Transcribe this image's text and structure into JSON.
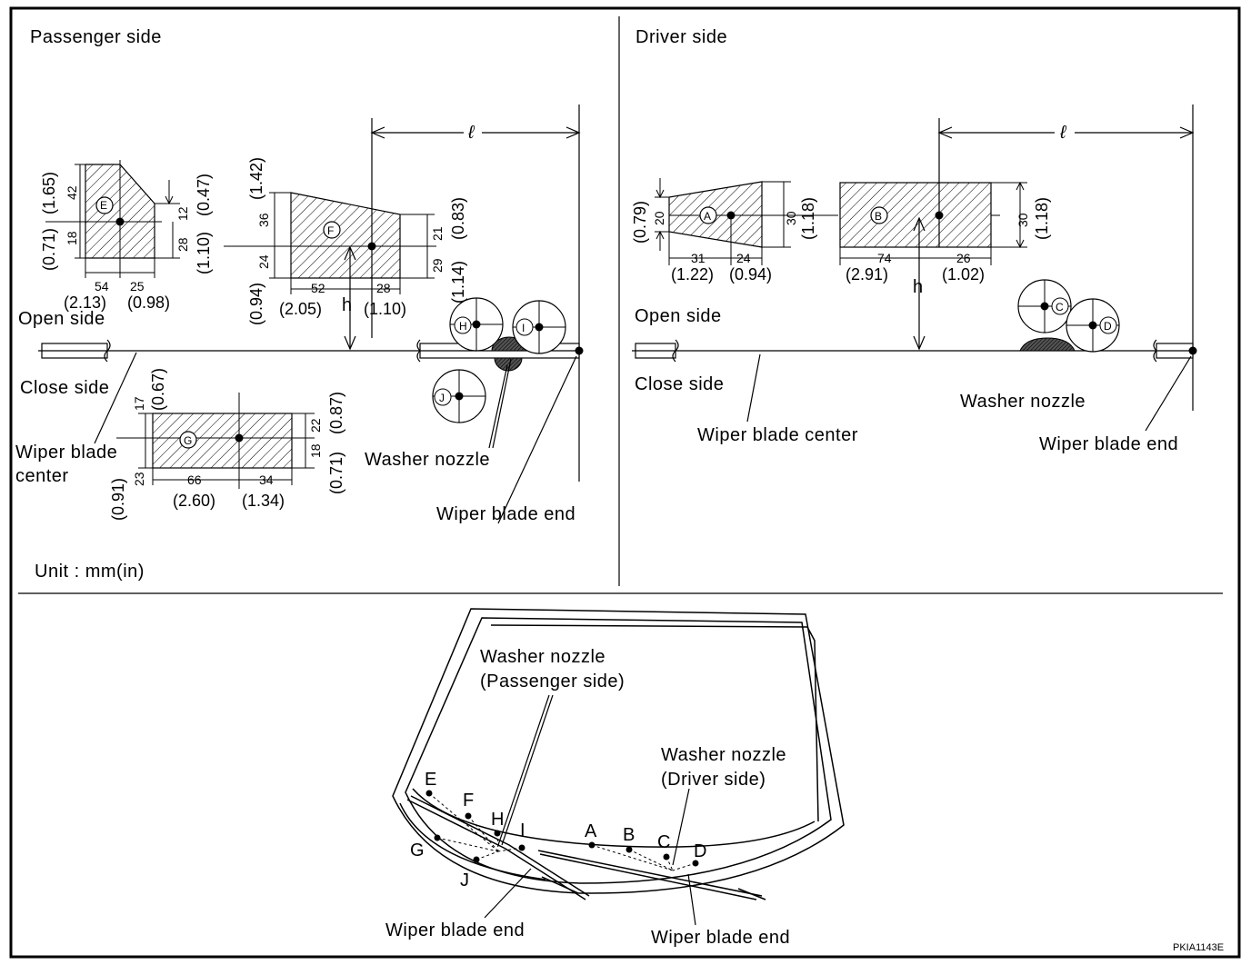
{
  "passenger": {
    "title": "Passenger side",
    "open_side": "Open side",
    "close_side": "Close side",
    "wiper_blade_center_1": "Wiper blade",
    "wiper_blade_center_2": "center",
    "washer_nozzle": "Washer nozzle",
    "wiper_blade_end": "Wiper blade end",
    "unit": "Unit : mm(in)",
    "ell": "ℓ",
    "h": "h",
    "zone_e": {
      "letter": "E",
      "d42": "42",
      "d18": "18",
      "p165": "(1.65)",
      "p071": "(0.71)",
      "d12": "12",
      "d28": "28",
      "p047": "(0.47)",
      "p110": "(1.10)",
      "d54": "54",
      "d25": "25",
      "p213": "(2.13)",
      "p098": "(0.98)"
    },
    "zone_f": {
      "letter": "F",
      "d36": "36",
      "d24": "24",
      "p142": "(1.42)",
      "p094": "(0.94)",
      "d21": "21",
      "d29": "29",
      "p083": "(0.83)",
      "p114": "(1.14)",
      "d52": "52",
      "d28": "28",
      "p205": "(2.05)",
      "p110": "(1.10)"
    },
    "zone_g": {
      "letter": "G",
      "d17": "17",
      "d23": "23",
      "p067": "(0.67)",
      "p091": "(0.91)",
      "d22": "22",
      "d18": "18",
      "p087": "(0.87)",
      "p071": "(0.71)",
      "d66": "66",
      "d34": "34",
      "p260": "(2.60)",
      "p134": "(1.34)"
    },
    "circles": {
      "h": "H",
      "i": "I",
      "j": "J"
    }
  },
  "driver": {
    "title": "Driver side",
    "open_side": "Open side",
    "close_side": "Close side",
    "wiper_blade_center": "Wiper blade center",
    "washer_nozzle": "Washer nozzle",
    "wiper_blade_end": "Wiper blade end",
    "ell": "ℓ",
    "h": "h",
    "zone_a": {
      "letter": "A",
      "d20": "20",
      "p079": "(0.79)",
      "d30": "30",
      "p118": "(1.18)",
      "d31": "31",
      "d24": "24",
      "p122": "(1.22)",
      "p094": "(0.94)"
    },
    "zone_b": {
      "letter": "B",
      "d30": "30",
      "p118": "(1.18)",
      "d74": "74",
      "d26": "26",
      "p291": "(2.91)",
      "p102": "(1.02)"
    },
    "circles": {
      "c": "C",
      "d": "D"
    }
  },
  "windshield": {
    "washer_nozzle_passenger_1": "Washer nozzle",
    "washer_nozzle_passenger_2": "(Passenger side)",
    "washer_nozzle_driver_1": "Washer nozzle",
    "washer_nozzle_driver_2": "(Driver side)",
    "wiper_blade_end_left": "Wiper blade end",
    "wiper_blade_end_right": "Wiper blade end",
    "points": {
      "a": "A",
      "b": "B",
      "c": "C",
      "d": "D",
      "e": "E",
      "f": "F",
      "g": "G",
      "h": "H",
      "i": "I",
      "j": "J"
    }
  },
  "code": "PKIA1143E"
}
